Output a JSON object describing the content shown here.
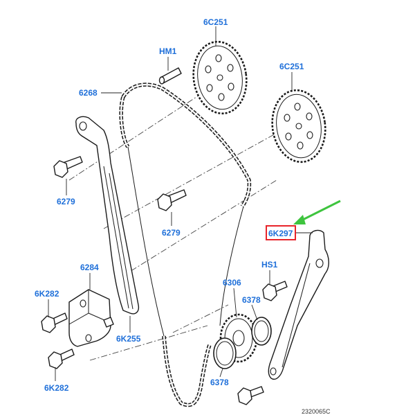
{
  "labels": {
    "cam_sprocket_upper": "6C251",
    "cam_sprocket_lower": "6C251",
    "pin": "HM1",
    "chain": "6268",
    "bolt_left": "6279",
    "bolt_center": "6279",
    "guide_highlighted": "6K297",
    "bolt_hs1": "HS1",
    "tensioner": "6284",
    "bolt_tensioner_top": "6K282",
    "bolt_tensioner_bottom": "6K282",
    "guide_left": "6K255",
    "crank_sprocket": "6306",
    "oring_right": "6378",
    "oring_bottom": "6378"
  },
  "reference_number": "2320065C",
  "colors": {
    "label": "#1e6fd9",
    "highlight_box": "#e8232a",
    "arrow": "#3ec43e",
    "line": "#1a1a1a"
  }
}
